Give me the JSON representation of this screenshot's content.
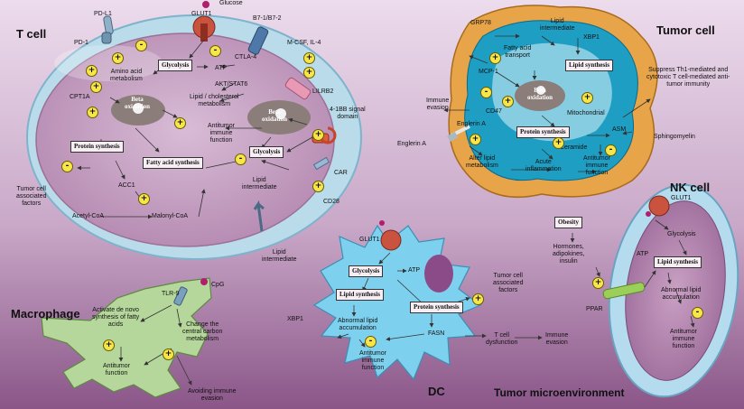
{
  "titles": {
    "t_cell": "T cell",
    "tumor_cell": "Tumor cell",
    "nk_cell": "NK cell",
    "macrophage": "Macrophage",
    "dc": "DC",
    "tme": "Tumor microenvironment"
  },
  "t_cell": {
    "pd_l1": "PD-L1",
    "pd_1": "PD-1",
    "glut1": "GLUT1",
    "glucose": "Glucose",
    "b7": "B7-1/B7-2",
    "ctla4": "CTLA-4",
    "mcsf": "M-CSF, IL-4",
    "lilrb2": "LILRB2",
    "amino_acid": "Amino acid\nmetabolism",
    "glycolysis": "Glycolysis",
    "atp": "ATP",
    "akt": "AKT/STAT6",
    "cpt1a": "CPT1A",
    "beta_ox": "Beta\noxidation",
    "beta_ox2": "Beta\noxidation",
    "lipid_chol": "Lipid / cholesterol\nmetabolism",
    "antitumor": "Antitumor\nimmune\nfunction",
    "protein_syn": "Protein synthesis",
    "fatty_acid_syn": "Fatty acid synthesis",
    "glycolysis2": "Glycolysis",
    "signal": "4-1BB signal\ndomain",
    "car": "CAR",
    "cd28": "CD28",
    "lipid_int": "Lipid\nintermediate",
    "lipid_int_out": "Lipid\nintermediate",
    "acc1": "ACC1",
    "acetyl": "Acetyl-CoA",
    "malonyl": "Malonyl-CoA",
    "tumor_factors": "Tumor cell\nassociated\nfactors"
  },
  "tumor": {
    "grp78": "GRP78",
    "lipid_int": "Lipid\nintermediate",
    "xbp1": "XBP1",
    "fa_transport": "Fatty acid\ntransport",
    "mcp1": "MCP-1",
    "lipid_syn": "Lipid synthesis",
    "beta_ox": "Beta\noxidation",
    "cd47": "CD47",
    "mito": "Mitochondrial",
    "immune_evasion": "Immune\nevasion",
    "englerin": "Englerin A",
    "englerin2": "Englerin A",
    "protein_syn": "Protein synthesis",
    "asm": "ASM",
    "sphingo": "Sphingomyelin",
    "ceramide": "Ceramide",
    "alter": "Alter lipid\nmetabolism",
    "acute": "Acute\ninflammation",
    "antitumor": "Antitumor\nimmune\nfunction",
    "suppress": "Suppress Th1-mediated and\ncytotoxic T cell-mediated anti-\ntumor immunity"
  },
  "nk": {
    "glut1": "GLUT1",
    "obesity": "Obesity",
    "hormones": "Hormones,\nadipokines,\ninsulin",
    "atp": "ATP",
    "glycolysis": "Glycolysis",
    "lipid_syn": "Lipid synthesis",
    "ppar": "PPAR",
    "abnormal": "Abnormal lipid\naccumulation",
    "antitumor": "Antitumor\nimmune\nfunction"
  },
  "dc": {
    "glut1": "GLUT1",
    "glycolysis": "Glycolysis",
    "atp": "ATP",
    "lipid_syn": "Lipid synthesis",
    "protein_syn": "Protein synthesis",
    "tumor_factors": "Tumor cell\nassociated\nfactors",
    "xbp1": "XBP1",
    "abnormal": "Abnormal lipid\naccumulation",
    "fasn": "FASN",
    "antitumor": "Antitumor\nimmune\nfunction",
    "tcell_dys": "T cell\ndysfunction",
    "immune_evasion": "Immune\nevasion"
  },
  "macro": {
    "tlr9": "TLR-9",
    "cpg": "CpG",
    "activate": "Activate de novo\nsynthesis of fatty\nacids",
    "change": "Change the\ncentral carbon\nmetabolism",
    "antitumor": "Antitumor\nfunction",
    "avoiding": "Avoiding immune\nevasion"
  },
  "signs": {
    "plus": "+",
    "minus": "-"
  },
  "colors": {
    "bg_top": "#d8c4da",
    "bg_bottom": "#8e5a8c",
    "tcell_membrane": "#cfe6ef",
    "tcell_cyto": "#c7a4c2",
    "tumor_outer": "#e9a84e",
    "tumor_mid": "#1d9dc4",
    "tumor_inner": "#8bcde0",
    "dc": "#7fd4f0",
    "nk": "#a9d8ec",
    "macro": "#b7d89e",
    "sign": "#f7e64a"
  }
}
